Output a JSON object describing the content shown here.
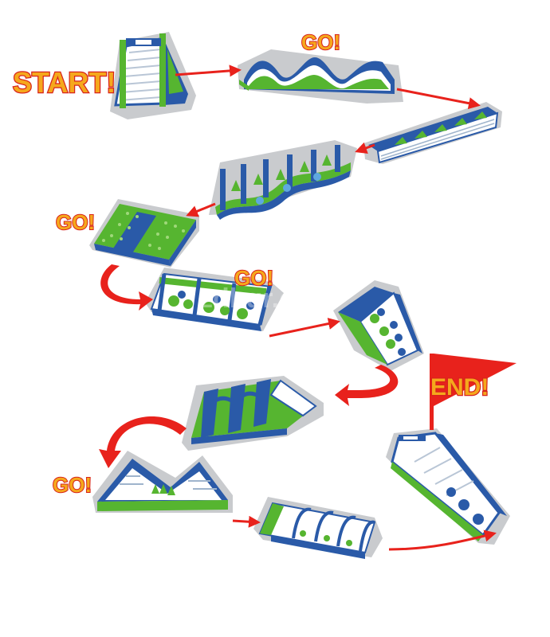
{
  "labels": {
    "start": "START!",
    "go": "GO!",
    "end": "END!",
    "watermark": "zdbqr.cy"
  },
  "colors": {
    "blue": "#2a5aa8",
    "light_blue": "#5fa8e0",
    "green": "#56b530",
    "white": "#f4f6f8",
    "shadow": "#c9cbce",
    "arrow": "#e8221c",
    "label_fill": "#f5a81c",
    "label_stroke": "#d8231c"
  },
  "obstacles": [
    {
      "id": "start-slide-ramp"
    },
    {
      "id": "wave-hills"
    },
    {
      "id": "long-tunnel-lane"
    },
    {
      "id": "zigzag-pillar-run"
    },
    {
      "id": "bump-pad-field"
    },
    {
      "id": "ball-pit-cage"
    },
    {
      "id": "ball-slide-chute"
    },
    {
      "id": "arch-climb-tower"
    },
    {
      "id": "double-peak-climb"
    },
    {
      "id": "tube-tunnel"
    },
    {
      "id": "finish-slide"
    }
  ]
}
